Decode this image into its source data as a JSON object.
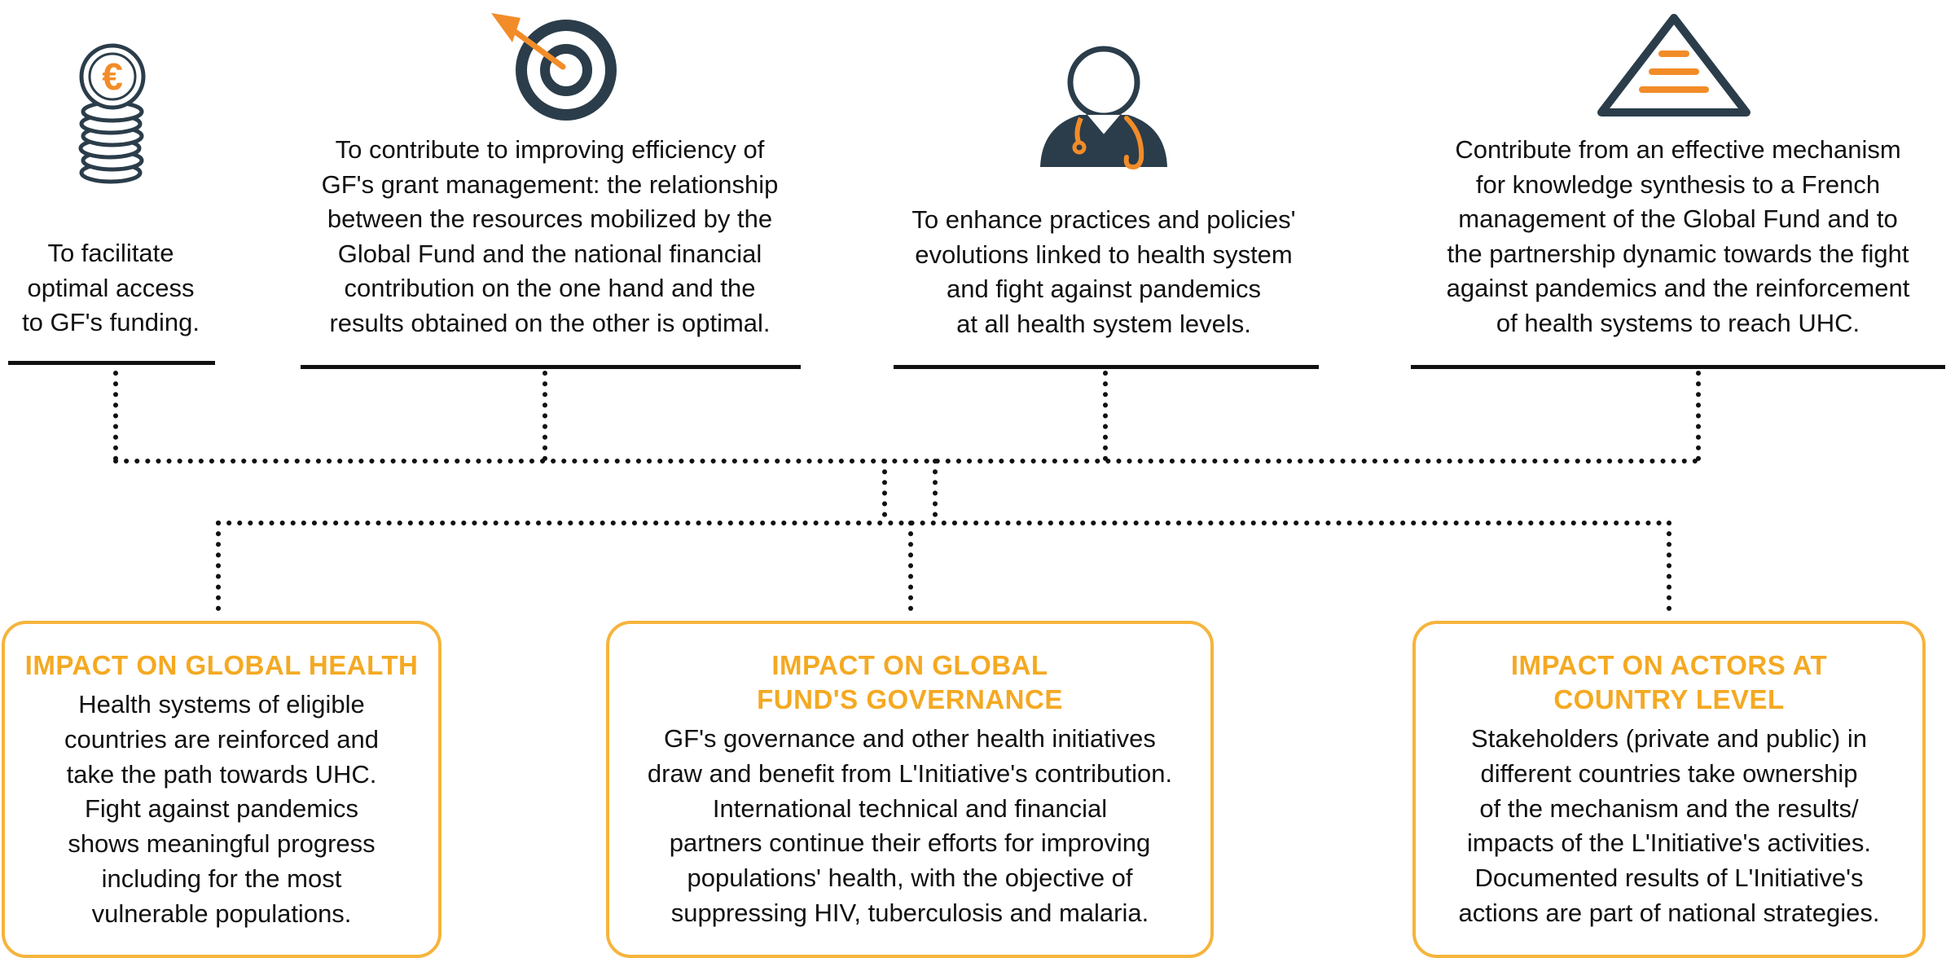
{
  "colors": {
    "orange": "#f28c28",
    "dark": "#2b3d4a",
    "gold": "#f6b43c",
    "gold_text": "#f4a922"
  },
  "objectives": [
    {
      "icon": "euro-coin-stack-icon",
      "text": "To facilitate\noptimal access\nto GF's funding."
    },
    {
      "icon": "target-arrow-icon",
      "text": "To contribute to improving efficiency of\nGF's grant management: the relationship\nbetween the resources mobilized by the\nGlobal Fund and the national financial\ncontribution on the one hand and the\nresults obtained on the other is optimal."
    },
    {
      "icon": "doctor-stethoscope-icon",
      "text": "To enhance practices and policies'\nevolutions linked to health system\nand fight against pandemics\nat all health system levels."
    },
    {
      "icon": "pyramid-icon",
      "text": "Contribute from an effective mechanism\nfor knowledge synthesis to a French\nmanagement of the Global Fund and to\nthe partnership dynamic towards the fight\nagainst pandemics and the reinforcement\nof health systems to reach UHC."
    }
  ],
  "impacts": [
    {
      "title": "IMPACT ON GLOBAL HEALTH",
      "text": "Health systems of eligible\ncountries are reinforced and\ntake the path towards UHC.\nFight against pandemics\nshows meaningful progress\nincluding for the most\nvulnerable populations."
    },
    {
      "title": "IMPACT ON GLOBAL\nFUND'S GOVERNANCE",
      "text": "GF's governance and other health initiatives\ndraw and benefit from L'Initiative's contribution.\nInternational technical and financial\npartners continue their efforts for improving\npopulations' health, with the objective of\nsuppressing HIV, tuberculosis and malaria."
    },
    {
      "title": "IMPACT ON ACTORS AT\nCOUNTRY LEVEL",
      "text": "Stakeholders (private and public) in\ndifferent countries take ownership\nof the mechanism and the results/\nimpacts of the L'Initiative's activities.\nDocumented results of L'Initiative's\nactions are part of national strategies."
    }
  ]
}
